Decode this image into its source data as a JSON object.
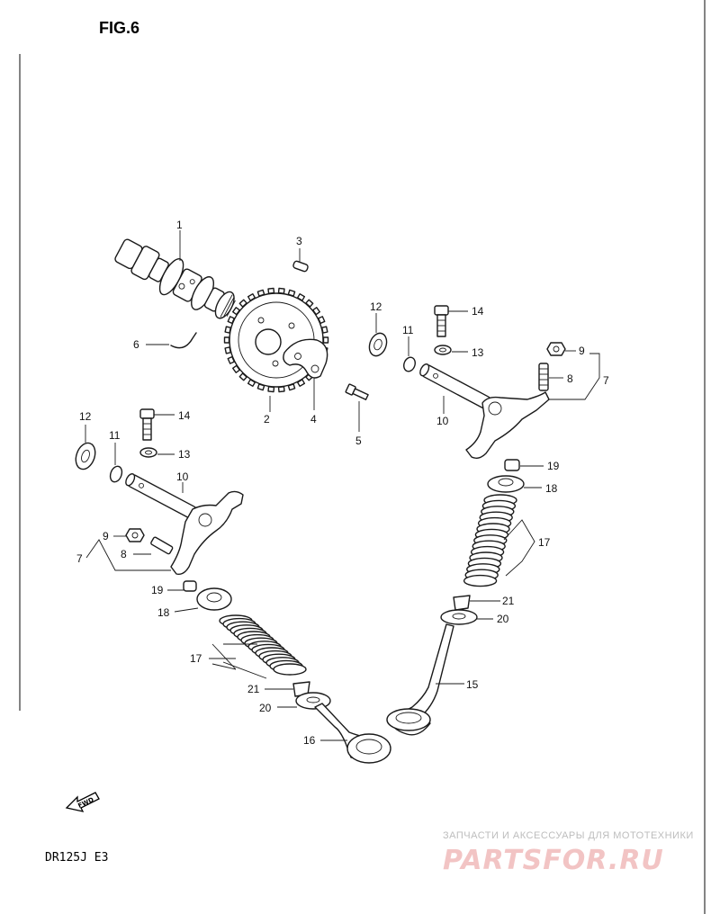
{
  "header": {
    "title": "FIG.6"
  },
  "footer": {
    "model": "DR125J E3",
    "fwd_label": "FWD"
  },
  "watermark": {
    "line1": "ЗАПЧАСТИ И АКСЕССУАРЫ ДЛЯ МОТОТЕХНИКИ",
    "line2": "PARTSFOR.RU",
    "color": "#e8a0a0"
  },
  "callouts": {
    "c1": "1",
    "c2": "2",
    "c3": "3",
    "c4": "4",
    "c5": "5",
    "c6": "6",
    "c7a": "7",
    "c7b": "7",
    "c8a": "8",
    "c8b": "8",
    "c9a": "9",
    "c9b": "9",
    "c10a": "10",
    "c10b": "10",
    "c11a": "11",
    "c11b": "11",
    "c12a": "12",
    "c12b": "12",
    "c13a": "13",
    "c13b": "13",
    "c14a": "14",
    "c14b": "14",
    "c15": "15",
    "c16": "16",
    "c17a": "17",
    "c17b": "17",
    "c18a": "18",
    "c18b": "18",
    "c19a": "19",
    "c19b": "19",
    "c20a": "20",
    "c20b": "20",
    "c21a": "21",
    "c21b": "21"
  }
}
